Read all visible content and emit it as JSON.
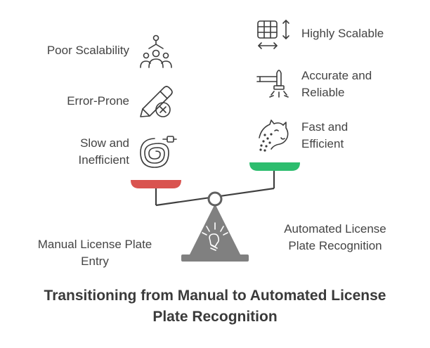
{
  "title": "Transitioning from Manual to Automated License\nPlate Recognition",
  "left_side": {
    "caption": "Manual License Plate\nEntry",
    "items": [
      {
        "label": "Poor Scalability",
        "icon": "people-network-icon"
      },
      {
        "label": "Error-Prone",
        "icon": "pencil-error-icon"
      },
      {
        "label": "Slow and\nInefficient",
        "icon": "coiled-cable-icon"
      }
    ],
    "pan_color": "#d9534f"
  },
  "right_side": {
    "caption": "Automated License\nPlate Recognition",
    "items": [
      {
        "label": "Highly Scalable",
        "icon": "scalable-grid-icon"
      },
      {
        "label": "Accurate and\nReliable",
        "icon": "laser-sensor-icon"
      },
      {
        "label": "Fast and\nEfficient",
        "icon": "cheetah-icon"
      }
    ],
    "pan_color": "#2dbd6e"
  },
  "fulcrum_icon": "lightbulb-icon",
  "fulcrum_color": "#808080"
}
